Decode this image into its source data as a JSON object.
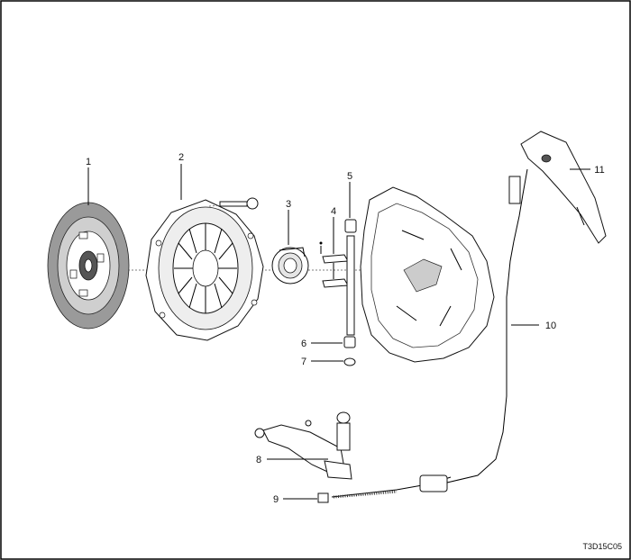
{
  "diagram": {
    "figure_code": "T3D15C05",
    "callouts": [
      "1",
      "2",
      "3",
      "4",
      "5",
      "6",
      "7",
      "8",
      "9",
      "10",
      "11"
    ]
  }
}
